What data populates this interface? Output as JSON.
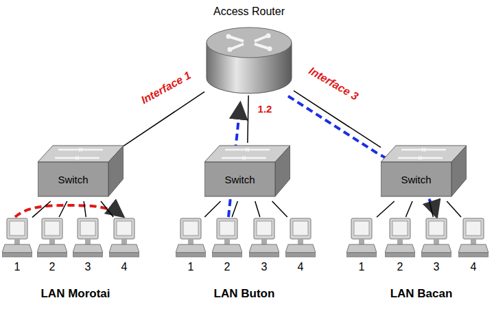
{
  "diagram": {
    "nodes": [
      {
        "text": [
          "Access Router"
        ]
      },
      {
        "text": [
          "Switch"
        ]
      },
      {
        "text": [
          "Switch"
        ]
      },
      {
        "text": [
          "Switch"
        ]
      },
      {
        "text": [
          "1"
        ]
      },
      {
        "text": [
          "2"
        ]
      },
      {
        "text": [
          "3"
        ]
      },
      {
        "text": [
          "4"
        ]
      },
      {
        "text": [
          "1"
        ]
      },
      {
        "text": [
          "2"
        ]
      },
      {
        "text": [
          "3"
        ]
      },
      {
        "text": [
          "4"
        ]
      },
      {
        "text": [
          "1"
        ]
      },
      {
        "text": [
          "2"
        ]
      },
      {
        "text": [
          "3"
        ]
      },
      {
        "text": [
          "4"
        ]
      }
    ],
    "edges": [
      {
        "from": 0,
        "to": 1,
        "arrow": "none"
      },
      {
        "from": 0,
        "to": 2,
        "arrow": "none"
      },
      {
        "from": 0,
        "to": 3,
        "arrow": "none"
      },
      {
        "from": 1,
        "to": 4,
        "arrow": "none"
      },
      {
        "from": 1,
        "to": 5,
        "arrow": "none"
      },
      {
        "from": 1,
        "to": 6,
        "arrow": "none"
      },
      {
        "from": 1,
        "to": 7,
        "arrow": "none"
      },
      {
        "from": 2,
        "to": 8,
        "arrow": "none"
      },
      {
        "from": 2,
        "to": 9,
        "arrow": "none"
      },
      {
        "from": 2,
        "to": 10,
        "arrow": "none"
      },
      {
        "from": 2,
        "to": 11,
        "arrow": "none"
      },
      {
        "from": 3,
        "to": 12,
        "arrow": "none"
      },
      {
        "from": 3,
        "to": 13,
        "arrow": "none"
      },
      {
        "from": 3,
        "to": 14,
        "arrow": "none"
      },
      {
        "from": 3,
        "to": 15,
        "arrow": "none"
      }
    ],
    "labels": [
      "Interface 1",
      "1.2",
      "Interface 3",
      "LAN Morotai",
      "LAN Buton",
      "LAN Bacan"
    ]
  }
}
